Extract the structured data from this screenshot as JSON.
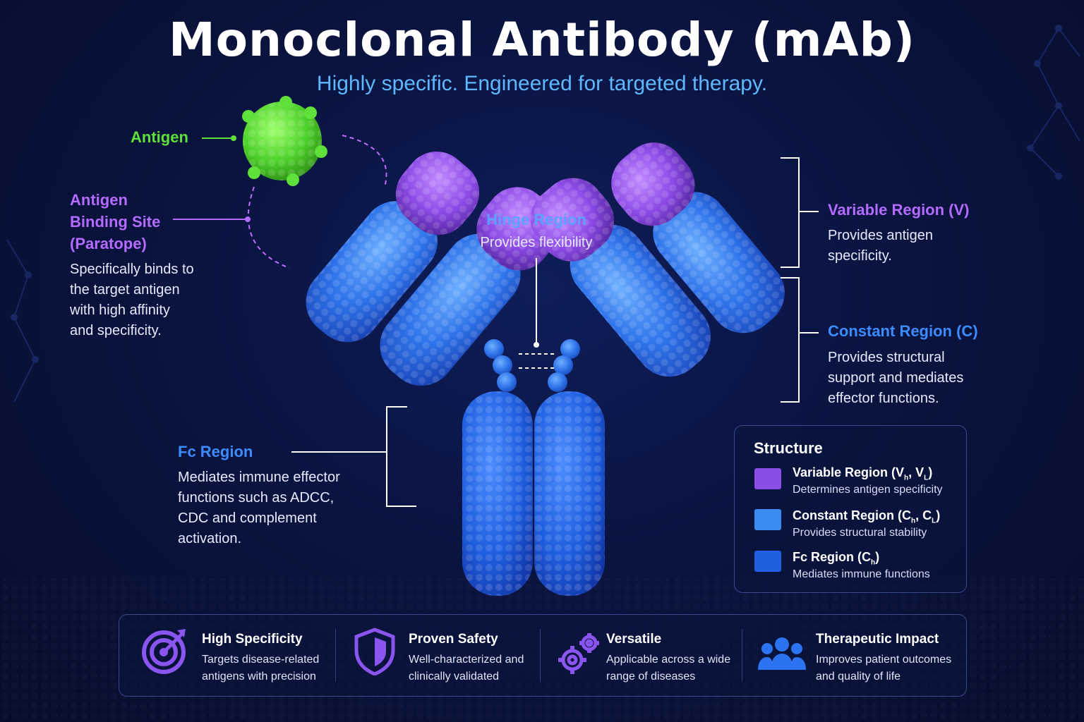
{
  "title": "Monoclonal Antibody (mAb)",
  "subtitle": "Highly specific. Engineered for targeted therapy.",
  "colors": {
    "antigen": "#5fe03a",
    "variable": "#9a55ee",
    "constant": "#3e8cf5",
    "fc": "#1f5fe0",
    "accent_blue": "#5fb8ff"
  },
  "labels": {
    "antigen": "Antigen",
    "binding_site": {
      "line1": "Antigen",
      "line2": "Binding Site",
      "line3": "(Paratope)"
    },
    "binding_desc": [
      "Specifically binds to",
      "the target antigen",
      "with high affinity",
      "and specificity."
    ],
    "hinge": "Hinge Region",
    "hinge_desc": "Provides flexibility",
    "variable": "Variable Region (V)",
    "variable_desc": [
      "Provides antigen",
      "specificity."
    ],
    "constant": "Constant Region (C)",
    "constant_desc": [
      "Provides structural",
      "support and mediates",
      "effector functions."
    ],
    "fc": "Fc Region",
    "fc_desc": [
      "Mediates immune effector",
      "functions such as ADCC,",
      "CDC and complement",
      "activation."
    ]
  },
  "structure": {
    "title": "Structure",
    "items": [
      {
        "name": "Variable Region (V",
        "sub1": "h",
        "sep": ", V",
        "sub2": "L",
        "end": ")",
        "desc": "Determines antigen specificity",
        "color": "#8a4ee6"
      },
      {
        "name": "Constant Region (C",
        "sub1": "h",
        "sep": ", C",
        "sub2": "L",
        "end": ")",
        "desc": "Provides structural stability",
        "color": "#3b8cf0"
      },
      {
        "name": "Fc Region (C",
        "sub1": "h",
        "sep": "",
        "sub2": "",
        "end": ")",
        "desc": "Mediates immune functions",
        "color": "#1f5fe0"
      }
    ]
  },
  "features": [
    {
      "icon": "target-icon",
      "title": "High Specificity",
      "desc": [
        "Targets disease-related",
        "antigens with precision"
      ]
    },
    {
      "icon": "shield-icon",
      "title": "Proven Safety",
      "desc": [
        "Well-characterized and",
        "clinically validated"
      ]
    },
    {
      "icon": "gears-icon",
      "title": "Versatile",
      "desc": [
        "Applicable across a wide",
        "range of diseases"
      ]
    },
    {
      "icon": "people-icon",
      "title": "Therapeutic Impact",
      "desc": [
        "Improves patient outcomes",
        "and quality of life"
      ]
    }
  ]
}
